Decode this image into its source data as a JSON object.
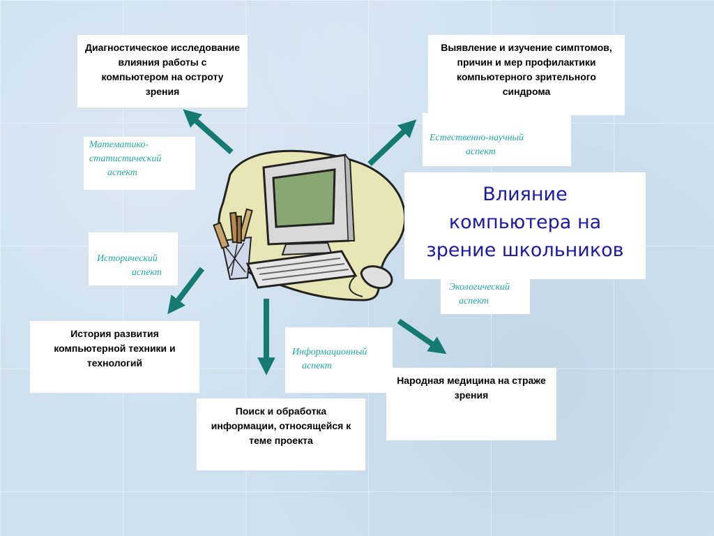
{
  "title": {
    "line1": "Влияние",
    "line2": "компьютера на",
    "line3": "зрение школьников"
  },
  "boxes": {
    "diagnostic": "Диагностическое исследование влияния работы с компьютером на  остроту зрения",
    "symptoms": "Выявление и изучение симптомов, причин и мер профилактики компьютерного зрительного синдрома",
    "history": "История развития компьютерной техники и технологий",
    "search": "Поиск и обработка информации, относящейся к теме проекта",
    "folk": "Народная медицина на страже зрения"
  },
  "aspects": {
    "math": {
      "line1": "Математико-",
      "line2": "статистический",
      "line3": "аспект"
    },
    "natural": {
      "line1": "Естественно-научный",
      "line2": "аспект"
    },
    "historical": {
      "line1": "Исторический",
      "line2": "аспект"
    },
    "ecological": {
      "line1": "Экологический",
      "line2": "аспект"
    },
    "informational": {
      "line1": "Информационный",
      "line2": "аспект"
    }
  },
  "colors": {
    "arrow": "#157a72",
    "title_text": "#1a1aa8",
    "aspect_text": "#20a8a8"
  },
  "icons": {
    "center": "computer-clipart-icon"
  }
}
